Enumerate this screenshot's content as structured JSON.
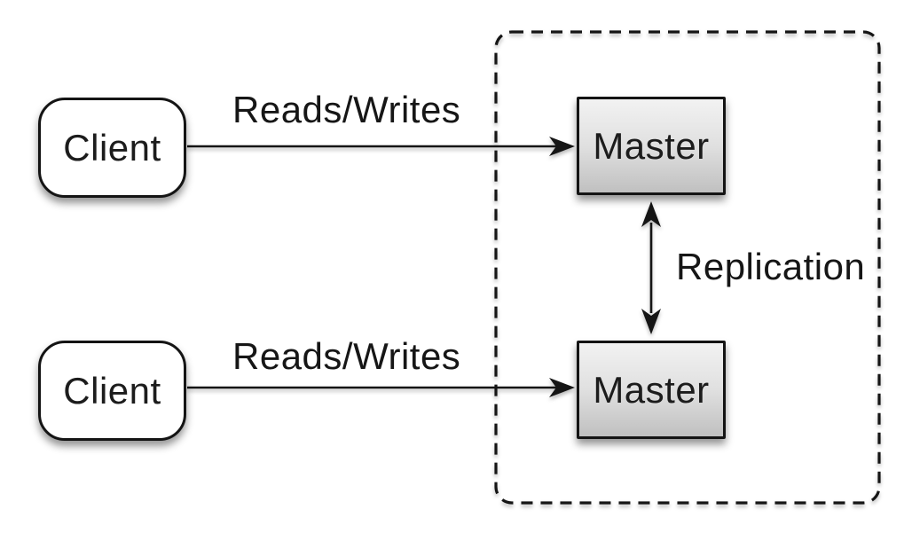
{
  "diagram": {
    "type": "architecture-diagram",
    "topic": "Master-Master database replication with two clients",
    "background": "#ffffff",
    "nodes": {
      "client_top": {
        "label": "Client",
        "shape": "rounded-rectangle",
        "fill": "#ffffff"
      },
      "client_bottom": {
        "label": "Client",
        "shape": "rounded-rectangle",
        "fill": "#ffffff"
      },
      "master_top": {
        "label": "Master",
        "shape": "rectangle",
        "fill_gradient": [
          "#f2f2f2",
          "#c0c0c0"
        ]
      },
      "master_bottom": {
        "label": "Master",
        "shape": "rectangle",
        "fill_gradient": [
          "#f2f2f2",
          "#c0c0c0"
        ]
      }
    },
    "edges": {
      "top": {
        "label": "Reads/Writes",
        "from": "client_top",
        "to": "master_top",
        "direction": "one-way"
      },
      "bottom": {
        "label": "Reads/Writes",
        "from": "client_bottom",
        "to": "master_bottom",
        "direction": "one-way"
      },
      "replication": {
        "label": "Replication",
        "from": "master_top",
        "to": "master_bottom",
        "direction": "two-way"
      }
    },
    "groups": {
      "masters_group": {
        "border_style": "dashed",
        "contains": [
          "master_top",
          "master_bottom"
        ]
      }
    },
    "colors": {
      "line": "#151515",
      "text": "#1c1c1c",
      "node_border": "#141414"
    }
  }
}
